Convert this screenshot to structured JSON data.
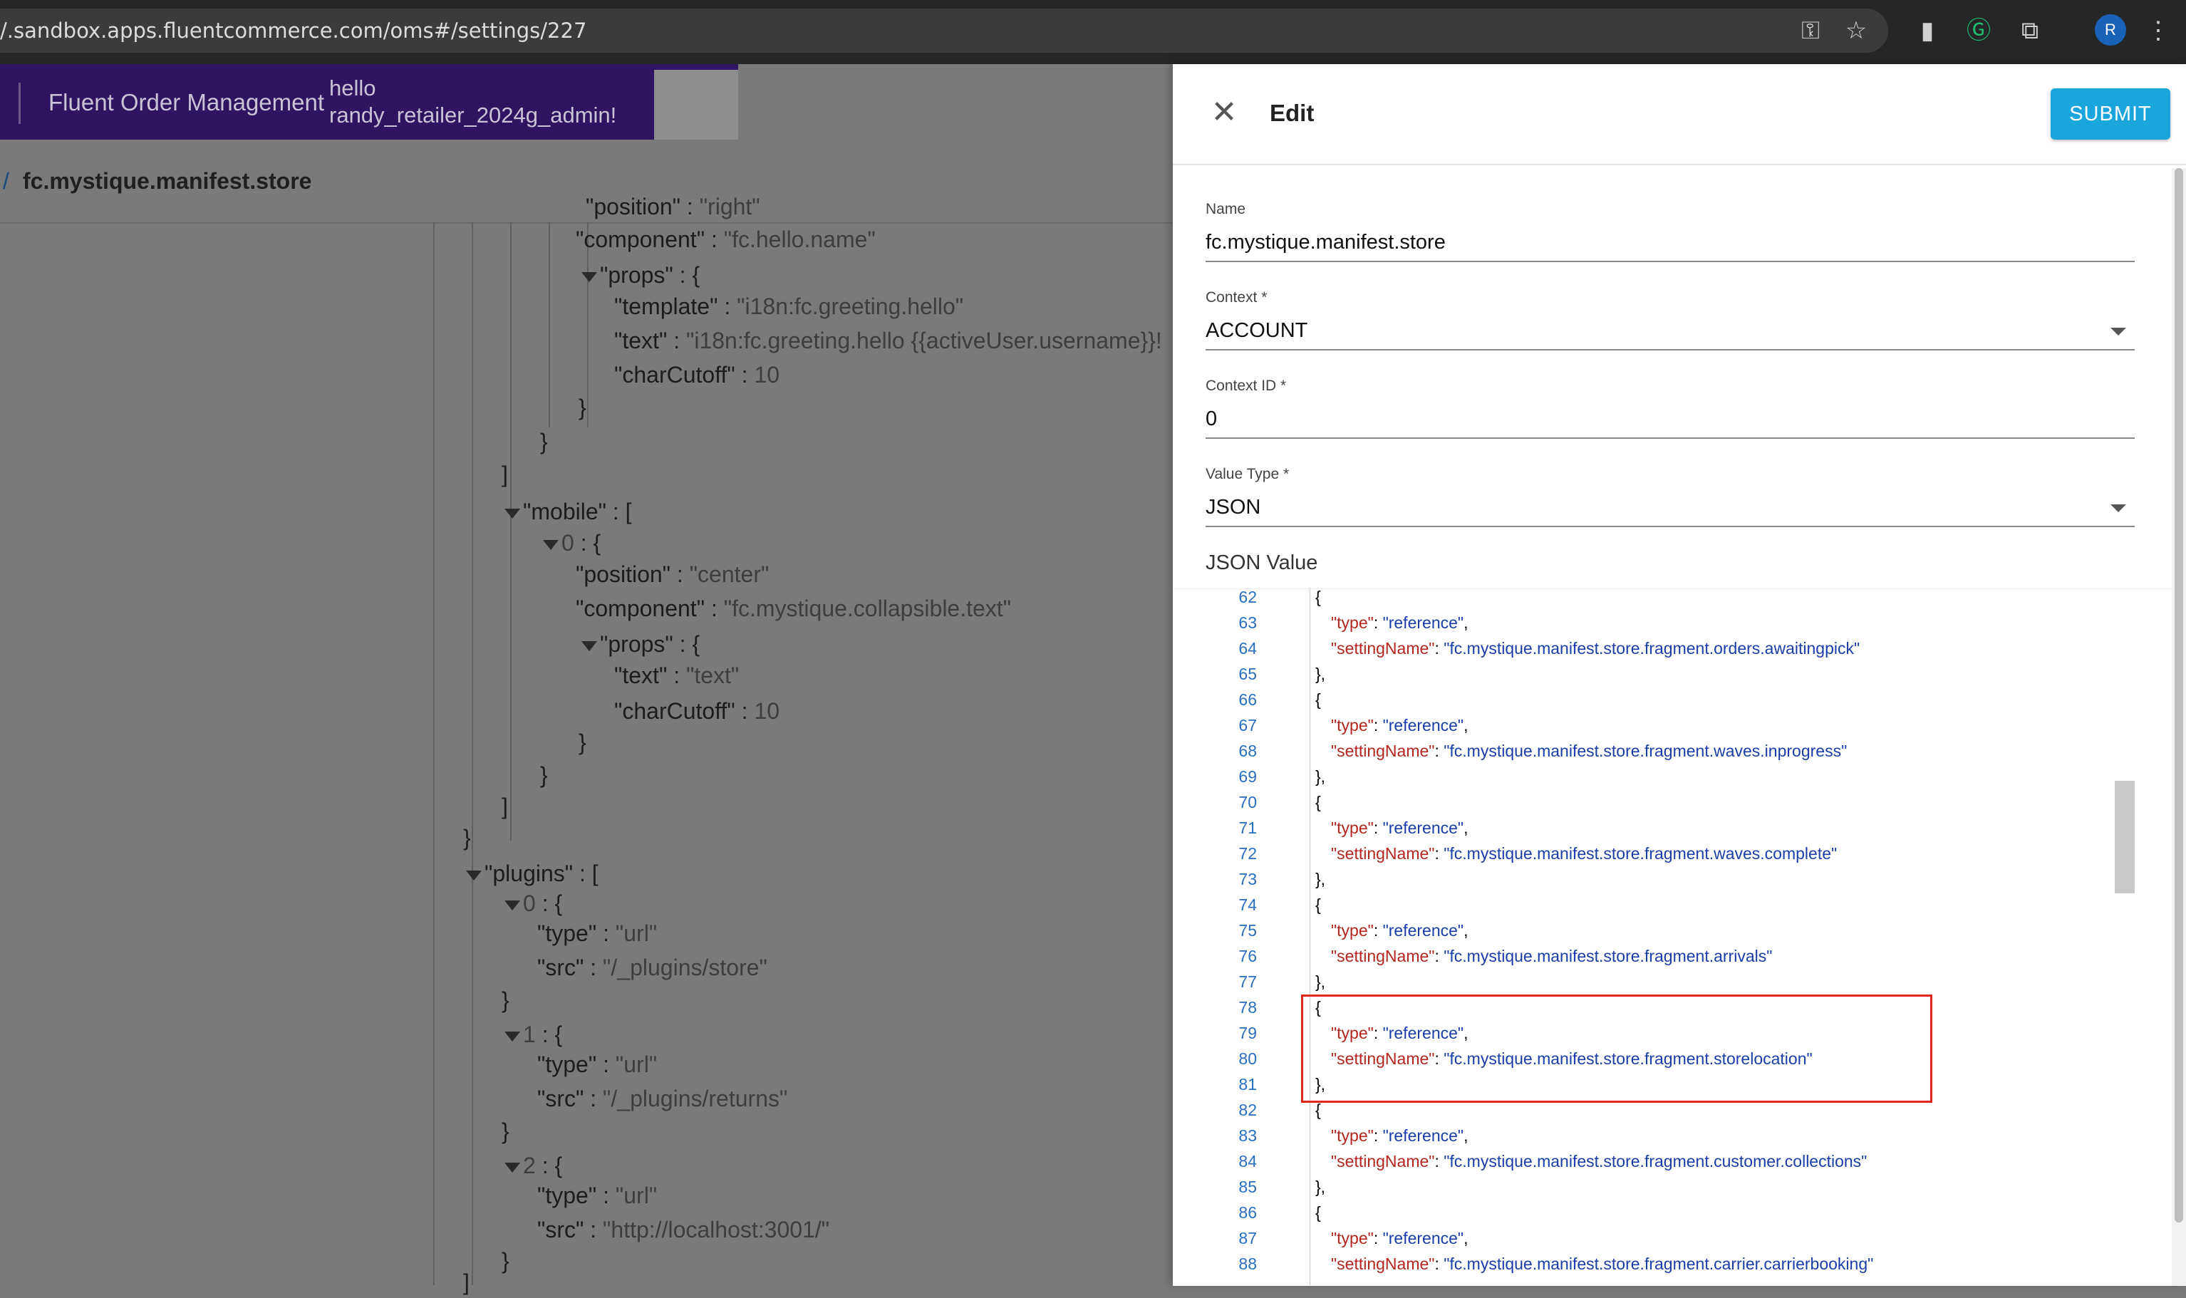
{
  "browser": {
    "url": "/.sandbox.apps.fluentcommerce.com/oms#/settings/227",
    "icons": [
      "key-icon",
      "star-icon",
      "bookmark-icon",
      "grammarly-icon",
      "extensions-icon",
      "profile-avatar",
      "more-icon"
    ],
    "profile_initial": "R"
  },
  "app": {
    "title": "Fluent Order Management",
    "greeting_line1": "hello",
    "greeting_line2": "randy_retailer_2024g_admin!",
    "breadcrumb_separator": "/",
    "breadcrumb_current": "fc.mystique.manifest.store"
  },
  "tree": {
    "lines": [
      {
        "key": "\"position\"",
        "sep": " : ",
        "val": "\"right\""
      },
      {
        "key": "\"component\"",
        "sep": " : ",
        "val": "\"fc.hello.name\""
      },
      {
        "key": "\"props\"",
        "sep": " : ",
        "val": "{"
      },
      {
        "key": "\"template\"",
        "sep": " : ",
        "val": "\"i18n:fc.greeting.hello\""
      },
      {
        "key": "\"text\"",
        "sep": " : ",
        "val": "\"i18n:fc.greeting.hello {{activeUser.username}}!"
      },
      {
        "key": "\"charCutoff\"",
        "sep": " : ",
        "val": "10"
      },
      {
        "key": "}",
        "sep": "",
        "val": ""
      },
      {
        "key": "}",
        "sep": "",
        "val": ""
      },
      {
        "key": "]",
        "sep": "",
        "val": ""
      },
      {
        "key": "\"mobile\"",
        "sep": " : ",
        "val": "["
      },
      {
        "key": "0",
        "sep": " : ",
        "val": "{"
      },
      {
        "key": "\"position\"",
        "sep": " : ",
        "val": "\"center\""
      },
      {
        "key": "\"component\"",
        "sep": " : ",
        "val": "\"fc.mystique.collapsible.text\""
      },
      {
        "key": "\"props\"",
        "sep": " : ",
        "val": "{"
      },
      {
        "key": "\"text\"",
        "sep": " : ",
        "val": "\"text\""
      },
      {
        "key": "\"charCutoff\"",
        "sep": " : ",
        "val": "10"
      },
      {
        "key": "}",
        "sep": "",
        "val": ""
      },
      {
        "key": "}",
        "sep": "",
        "val": ""
      },
      {
        "key": "]",
        "sep": "",
        "val": ""
      },
      {
        "key": "}",
        "sep": "",
        "val": ""
      },
      {
        "key": "\"plugins\"",
        "sep": " : ",
        "val": "["
      },
      {
        "key": "0",
        "sep": " : ",
        "val": "{"
      },
      {
        "key": "\"type\"",
        "sep": " : ",
        "val": "\"url\""
      },
      {
        "key": "\"src\"",
        "sep": " : ",
        "val": "\"/_plugins/store\""
      },
      {
        "key": "}",
        "sep": "",
        "val": ""
      },
      {
        "key": "1",
        "sep": " : ",
        "val": "{"
      },
      {
        "key": "\"type\"",
        "sep": " : ",
        "val": "\"url\""
      },
      {
        "key": "\"src\"",
        "sep": " : ",
        "val": "\"/_plugins/returns\""
      },
      {
        "key": "}",
        "sep": "",
        "val": ""
      },
      {
        "key": "2",
        "sep": " : ",
        "val": "{"
      },
      {
        "key": "\"type\"",
        "sep": " : ",
        "val": "\"url\""
      },
      {
        "key": "\"src\"",
        "sep": " : ",
        "val": "\"http://localhost:3001/\""
      },
      {
        "key": "}",
        "sep": "",
        "val": ""
      },
      {
        "key": "]",
        "sep": "",
        "val": ""
      }
    ]
  },
  "drawer": {
    "title": "Edit",
    "submit_label": "SUBMIT",
    "fields": {
      "name_label": "Name",
      "name_value": "fc.mystique.manifest.store",
      "context_label": "Context *",
      "context_value": "ACCOUNT",
      "context_id_label": "Context ID *",
      "context_id_value": "0",
      "value_type_label": "Value Type *",
      "value_type_value": "JSON"
    },
    "json_label": "JSON Value",
    "code_lines": [
      {
        "n": "62",
        "text": "{"
      },
      {
        "n": "63",
        "key": "\"type\"",
        "sep": ": ",
        "val": "\"reference\"",
        "tail": ","
      },
      {
        "n": "64",
        "key": "\"settingName\"",
        "sep": ": ",
        "val": "\"fc.mystique.manifest.store.fragment.orders.awaitingpick\""
      },
      {
        "n": "65",
        "text": "},"
      },
      {
        "n": "66",
        "text": "{"
      },
      {
        "n": "67",
        "key": "\"type\"",
        "sep": ": ",
        "val": "\"reference\"",
        "tail": ","
      },
      {
        "n": "68",
        "key": "\"settingName\"",
        "sep": ": ",
        "val": "\"fc.mystique.manifest.store.fragment.waves.inprogress\""
      },
      {
        "n": "69",
        "text": "},"
      },
      {
        "n": "70",
        "text": "{"
      },
      {
        "n": "71",
        "key": "\"type\"",
        "sep": ": ",
        "val": "\"reference\"",
        "tail": ","
      },
      {
        "n": "72",
        "key": "\"settingName\"",
        "sep": ": ",
        "val": "\"fc.mystique.manifest.store.fragment.waves.complete\""
      },
      {
        "n": "73",
        "text": "},"
      },
      {
        "n": "74",
        "text": "{"
      },
      {
        "n": "75",
        "key": "\"type\"",
        "sep": ": ",
        "val": "\"reference\"",
        "tail": ","
      },
      {
        "n": "76",
        "key": "\"settingName\"",
        "sep": ": ",
        "val": "\"fc.mystique.manifest.store.fragment.arrivals\""
      },
      {
        "n": "77",
        "text": "},"
      },
      {
        "n": "78",
        "text": "{"
      },
      {
        "n": "79",
        "key": "\"type\"",
        "sep": ": ",
        "val": "\"reference\"",
        "tail": ","
      },
      {
        "n": "80",
        "key": "\"settingName\"",
        "sep": ": ",
        "val": "\"fc.mystique.manifest.store.fragment.storelocation\""
      },
      {
        "n": "81",
        "text": "},"
      },
      {
        "n": "82",
        "text": "{"
      },
      {
        "n": "83",
        "key": "\"type\"",
        "sep": ": ",
        "val": "\"reference\"",
        "tail": ","
      },
      {
        "n": "84",
        "key": "\"settingName\"",
        "sep": ": ",
        "val": "\"fc.mystique.manifest.store.fragment.customer.collections\""
      },
      {
        "n": "85",
        "text": "},"
      },
      {
        "n": "86",
        "text": "{"
      },
      {
        "n": "87",
        "key": "\"type\"",
        "sep": ": ",
        "val": "\"reference\"",
        "tail": ","
      },
      {
        "n": "88",
        "key": "\"settingName\"",
        "sep": ": ",
        "val": "\"fc.mystique.manifest.store.fragment.carrier.carrierbooking\""
      }
    ]
  },
  "colors": {
    "app_bar": "#2f1560",
    "submit": "#1aa5dd",
    "highlight_box": "#e0271c",
    "json_key": "#b3261e",
    "json_string": "#1a3ea8",
    "line_number": "#2a6ebf"
  }
}
